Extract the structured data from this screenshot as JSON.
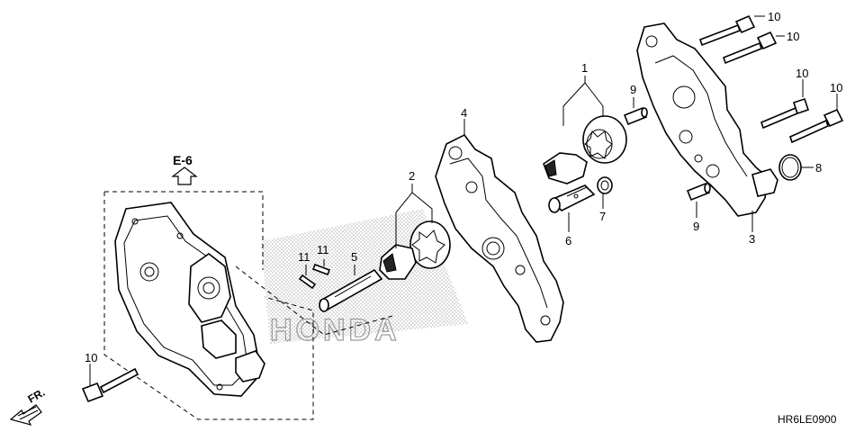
{
  "reference": "E-6",
  "direction_label": "FR.",
  "diagram_code": "HR6LE0900",
  "watermark": "HONDA",
  "callouts": [
    "10",
    "10",
    "10",
    "10",
    "1",
    "9",
    "4",
    "2",
    "8",
    "7",
    "6",
    "9",
    "3",
    "11",
    "11",
    "5",
    "10"
  ]
}
